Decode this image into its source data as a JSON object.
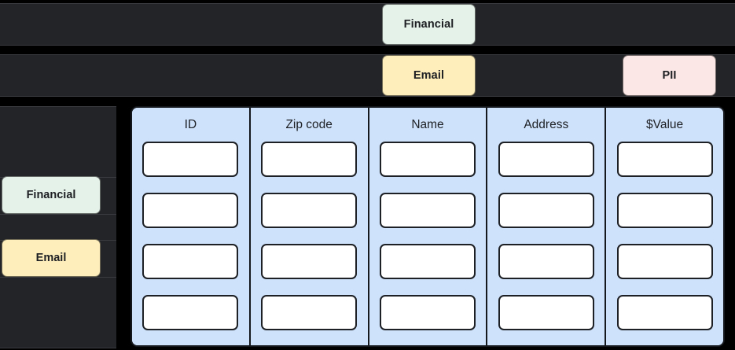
{
  "theme": {
    "background": "#000000",
    "band_background": "#232428",
    "band_border": "#3a3b40",
    "table_background": "#cfe2fb",
    "table_border": "#15181c",
    "cell_background": "#ffffff",
    "cell_border": "#1d2024",
    "text_dark": "#1d1f22"
  },
  "tag_bands": {
    "row1": {
      "chips": [
        {
          "label": "Financial",
          "color": "#e4f2e9"
        }
      ]
    },
    "row2": {
      "chips": [
        {
          "label": "Email",
          "color": "#fdeebc"
        },
        {
          "label": "PII",
          "color": "#fbe7e5"
        }
      ]
    }
  },
  "sidebar": {
    "chips": [
      {
        "label": "Financial",
        "color": "#e4f2e9"
      },
      {
        "label": "Email",
        "color": "#fdeebc"
      }
    ]
  },
  "table": {
    "columns": [
      {
        "header": "ID"
      },
      {
        "header": "Zip code"
      },
      {
        "header": "Name"
      },
      {
        "header": "Address"
      },
      {
        "header": "$Value"
      }
    ],
    "row_count": 4,
    "cells": [
      [
        "",
        "",
        "",
        "",
        ""
      ],
      [
        "",
        "",
        "",
        "",
        ""
      ],
      [
        "",
        "",
        "",
        "",
        ""
      ],
      [
        "",
        "",
        "",
        "",
        ""
      ]
    ]
  }
}
